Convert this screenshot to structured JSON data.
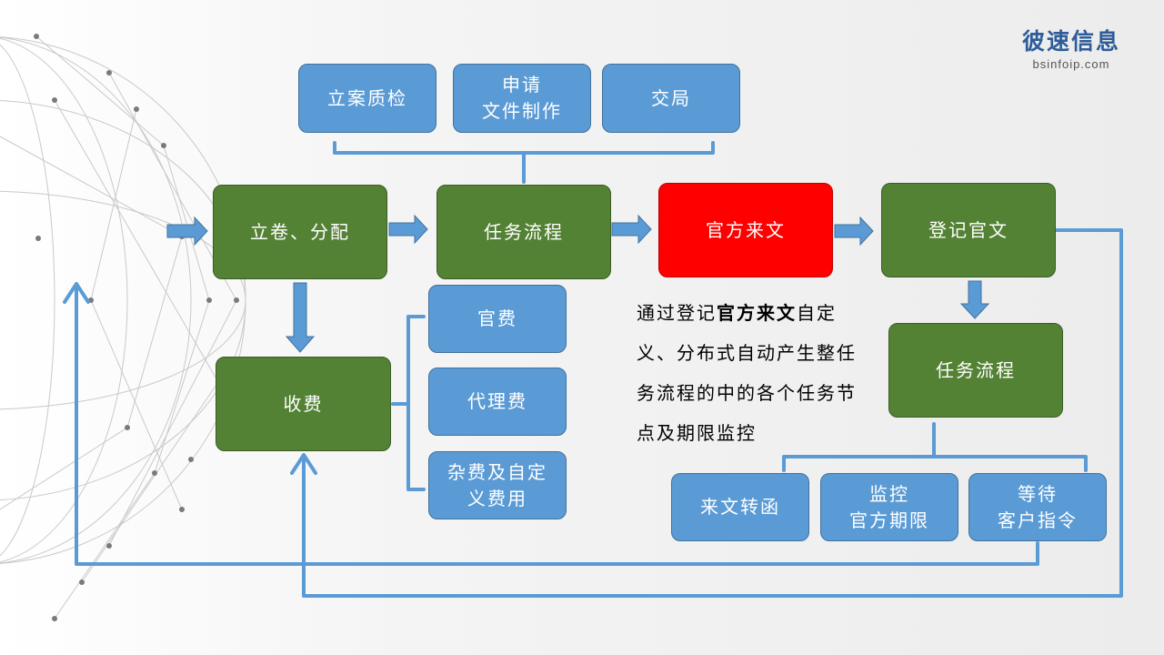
{
  "brand": {
    "name_cn": "彼速信息",
    "domain": "bsinfoip.com"
  },
  "colors": {
    "blue_box": "#5b9bd5",
    "green_box": "#548235",
    "red_box": "#ff0000",
    "arrow": "#5b9bd5"
  },
  "nodes": {
    "lian_zhijian": "立案质检",
    "shenqing": "申请\n文件制作",
    "jiaoju": "交局",
    "lijuan_fenpei": "立卷、分配",
    "renwu_liucheng_main": "任务流程",
    "guanfang_laiwen": "官方来文",
    "dengji_guanwen": "登记官文",
    "shoufei": "收费",
    "guanfei": "官费",
    "dailifei": "代理费",
    "zafei": "杂费及自定\n义费用",
    "renwu_liucheng_sub": "任务流程",
    "laiwen_zhuanhan": "来文转函",
    "jiankong_qixian": "监控\n官方期限",
    "dengdai_zhiling": "等待\n客户指令"
  },
  "note": {
    "prefix": "通过登记",
    "highlight": "官方来文",
    "suffix": "自定义、分布式自动产生整任务流程的中的各个任务节点及期限监控"
  }
}
